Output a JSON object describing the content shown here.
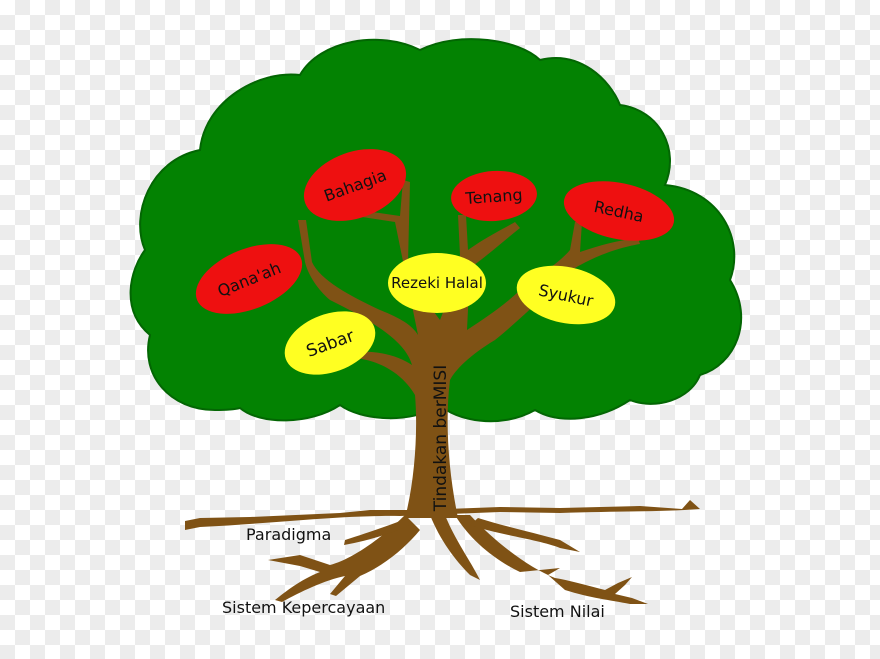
{
  "colors": {
    "canopy": "#038202",
    "canopy_edge": "#036603",
    "trunk": "#7f5215",
    "ground": "#7f5215",
    "value_red": "#ee1010",
    "value_yellow": "#ffff22"
  },
  "trunk_label": "Tindakan berMISI",
  "red_values": {
    "bahagia": "Bahagia",
    "tenang": "Tenang",
    "redha": "Redha",
    "qanaah": "Qana'ah"
  },
  "yellow_values": {
    "rezeki_halal": "Rezeki Halal",
    "syukur": "Syukur",
    "sabar": "Sabar"
  },
  "roots": {
    "paradigma": "Paradigma",
    "sistem_kepercayaan": "Sistem Kepercayaan",
    "sistem_nilai": "Sistem Nilai"
  }
}
